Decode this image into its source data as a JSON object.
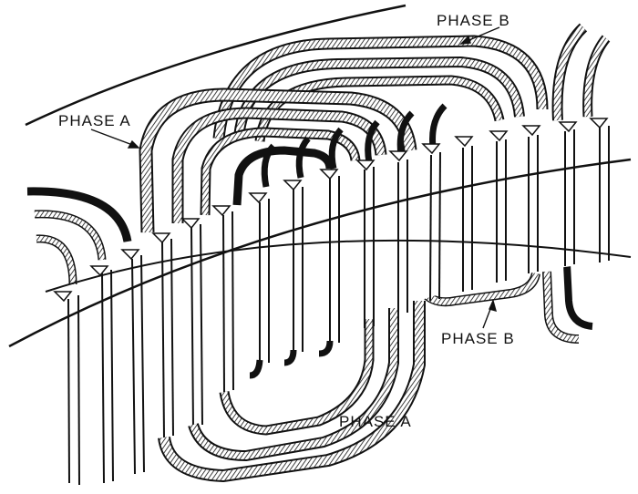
{
  "labels": {
    "phase_a_upper": "PHASE A",
    "phase_b_upper": "PHASE B",
    "phase_b_lower": "PHASE B",
    "phase_a_lower": "PHASE A"
  }
}
